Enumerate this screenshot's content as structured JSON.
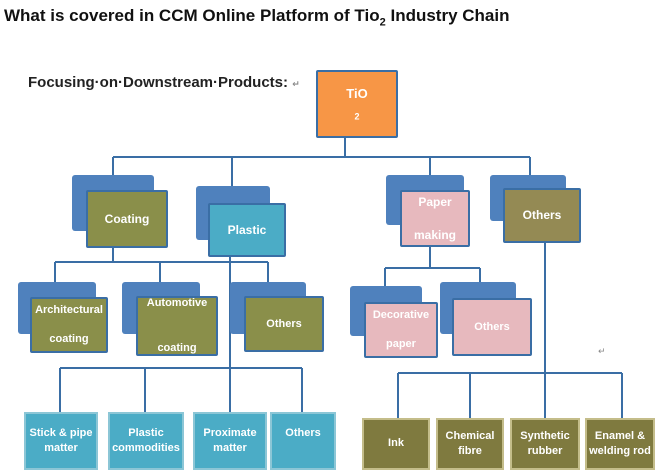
{
  "title": {
    "main": "What is covered in CCM Online Platform of Tio",
    "sub": "2",
    "tail": " Industry Chain"
  },
  "subtitle": "Focusing·on·Downstream·Products:",
  "marks": {
    "m1": "↵",
    "m2": "↵"
  },
  "root": {
    "main": "TiO",
    "sub": "2"
  },
  "level1": {
    "coating": "Coating",
    "plastic": "Plastic",
    "paper_line1": "Paper",
    "paper_line2": "making",
    "others": "Others"
  },
  "coating_children": {
    "architectural_line1": "Architectural",
    "architectural_line2": "coating",
    "automotive_line1": "Automotive",
    "automotive_line2": "coating",
    "others": "Others"
  },
  "paper_children": {
    "decorative_line1": "Decorative",
    "decorative_line2": "paper",
    "others": "Others"
  },
  "plastic_children": {
    "stick_line1": "Stick & pipe",
    "stick_line2": "matter",
    "commodities_line1": "Plastic",
    "commodities_line2": "commodities",
    "proximate_line1": "Proximate",
    "proximate_line2": "matter",
    "others": "Others"
  },
  "others_children": {
    "ink": "Ink",
    "chemical_line1": "Chemical",
    "chemical_line2": "fibre",
    "synthetic_line1": "Synthetic",
    "synthetic_line2": "rubber",
    "enamel_line1": "Enamel &",
    "enamel_line2": "welding rod"
  }
}
